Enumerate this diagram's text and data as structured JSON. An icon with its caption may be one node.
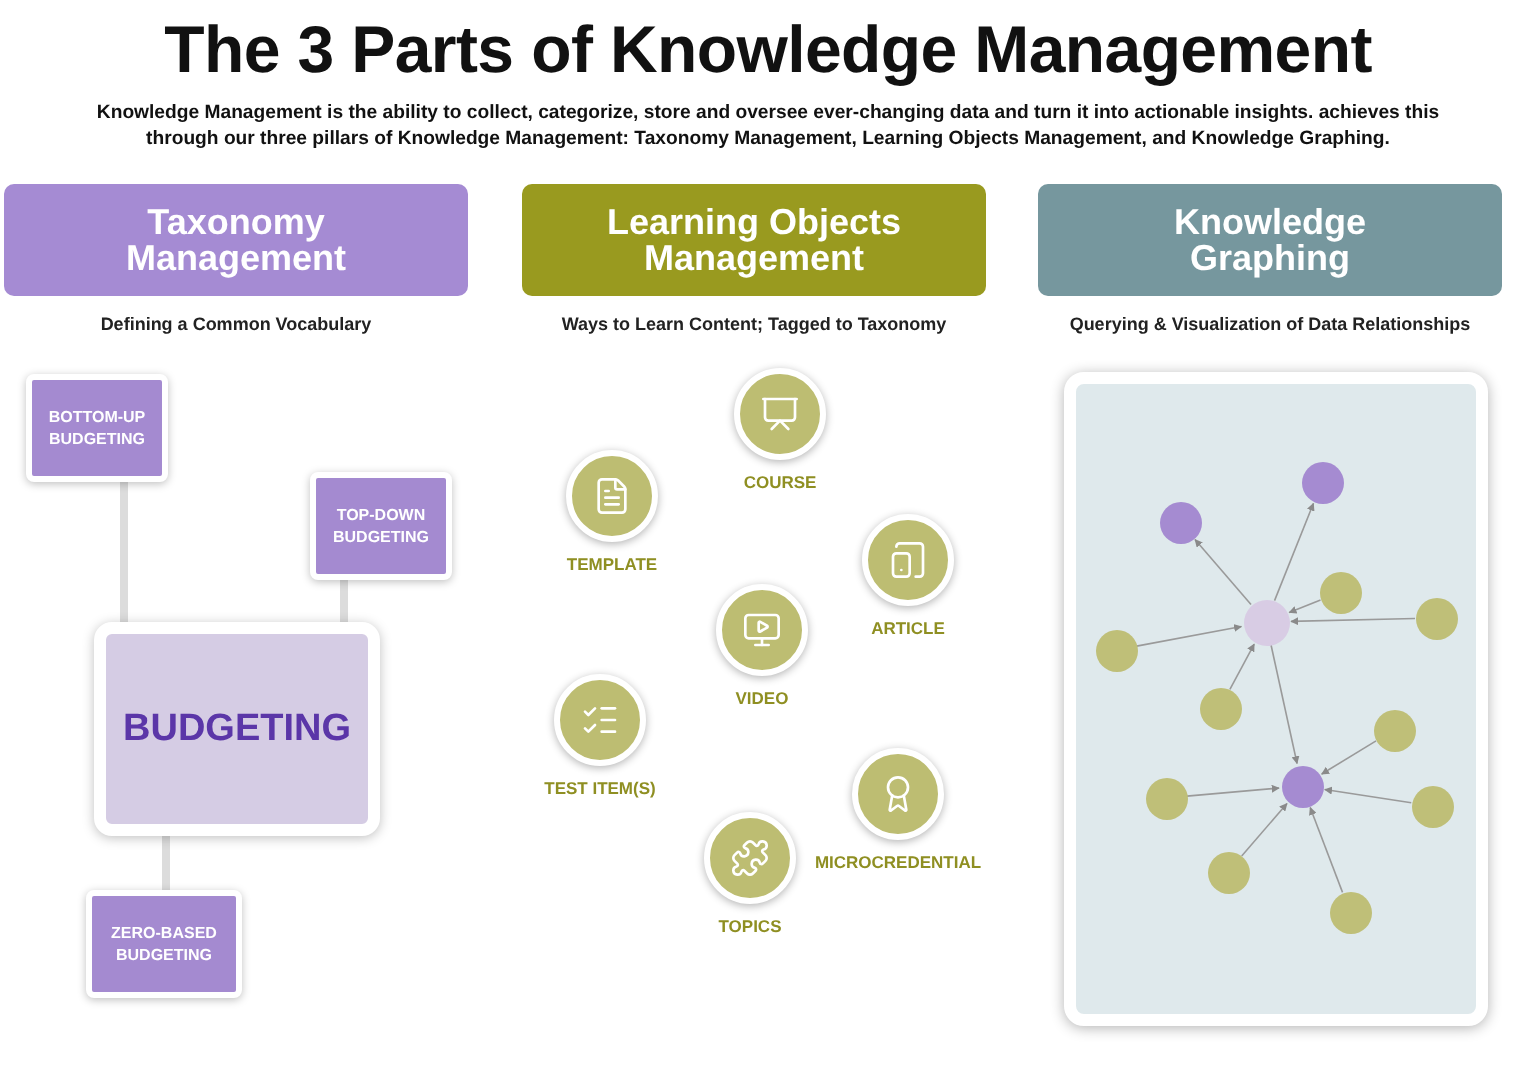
{
  "diagram": {
    "title": "The 3 Parts of Knowledge Management",
    "nodes": [
      {
        "text": [
          "Taxonomy Management"
        ],
        "beside": [
          "Defining a Common Vocabulary"
        ]
      },
      {
        "text": [
          "Learning Objects Management"
        ],
        "beside": [
          "Ways to Learn Content; Tagged to Taxonomy"
        ]
      },
      {
        "text": [
          "Knowledge Graphing"
        ],
        "beside": [
          "Querying & Visualization of Data Relationships"
        ]
      },
      {
        "text": [
          "BOTTOM-UP BUDGETING"
        ]
      },
      {
        "text": [
          "TOP-DOWN BUDGETING"
        ]
      },
      {
        "text": [
          "BUDGETING"
        ]
      },
      {
        "text": [
          "ZERO-BASED BUDGETING"
        ]
      },
      {
        "text": [
          "COURSE"
        ]
      },
      {
        "text": [
          "TEMPLATE"
        ]
      },
      {
        "text": [
          "ARTICLE"
        ]
      },
      {
        "text": [
          "VIDEO"
        ]
      },
      {
        "text": [
          "TEST ITEM(S)"
        ]
      },
      {
        "text": [
          "MICROCREDENTIAL"
        ]
      },
      {
        "text": [
          "TOPICS"
        ]
      },
      {
        "text": [],
        "shape": "box"
      },
      {
        "text": [],
        "shape": "circle",
        "in": 14
      },
      {
        "text": [],
        "shape": "circle",
        "in": 14
      },
      {
        "text": [],
        "shape": "circle",
        "in": 14
      },
      {
        "text": [],
        "shape": "circle",
        "in": 14
      },
      {
        "text": [],
        "shape": "circle",
        "in": 14
      },
      {
        "text": [],
        "shape": "circle",
        "in": 14
      },
      {
        "text": [],
        "shape": "circle",
        "in": 14
      },
      {
        "text": [],
        "shape": "circle",
        "in": 14
      },
      {
        "text": [],
        "shape": "circle",
        "in": 14
      },
      {
        "text": [],
        "shape": "circle",
        "in": 14
      },
      {
        "text": [],
        "shape": "circle",
        "in": 14
      },
      {
        "text": [],
        "shape": "circle",
        "in": 14
      },
      {
        "text": [],
        "shape": "circle",
        "in": 14
      }
    ],
    "edges": [
      {
        "from": 3,
        "to": 5,
        "arrow": "none",
        "style": "thick",
        "color": "#dcdcdc"
      },
      {
        "from": 4,
        "to": 5,
        "arrow": "none",
        "style": "thick",
        "color": "#dcdcdc"
      },
      {
        "from": 5,
        "to": 6,
        "arrow": "none",
        "style": "thick",
        "color": "#dcdcdc"
      },
      {
        "from": 19,
        "to": 16,
        "arrow": "to"
      },
      {
        "from": 19,
        "to": 15,
        "arrow": "to"
      },
      {
        "from": 17,
        "to": 19,
        "arrow": "to"
      },
      {
        "from": 18,
        "to": 19,
        "arrow": "to"
      },
      {
        "from": 20,
        "to": 19,
        "arrow": "to"
      },
      {
        "from": 21,
        "to": 19,
        "arrow": "to"
      },
      {
        "from": 19,
        "to": 23,
        "arrow": "to"
      },
      {
        "from": 22,
        "to": 23,
        "arrow": "to"
      },
      {
        "from": 25,
        "to": 23,
        "arrow": "to"
      },
      {
        "from": 24,
        "to": 23,
        "arrow": "to"
      },
      {
        "from": 26,
        "to": 23,
        "arrow": "to"
      },
      {
        "from": 27,
        "to": 23,
        "arrow": "to"
      }
    ],
    "labels": [
      "Knowledge Management is the ability to collect, categorize, store and oversee ever-changing data and turn it into actionable insights. achieves this through our three pillars of Knowledge Management: Taxonomy Management, Learning Objects Management, and Knowledge Graphing."
    ]
  }
}
